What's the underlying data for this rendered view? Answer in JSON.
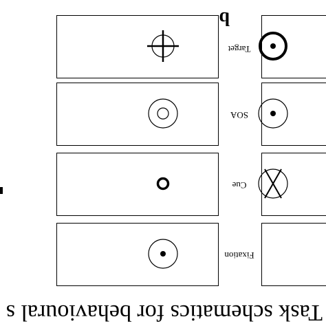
{
  "caption": "Task schematics for behavioural s",
  "panel_letter": "b",
  "stages": [
    {
      "label": "Fixation"
    },
    {
      "label": "Cue"
    },
    {
      "label": "SOA"
    },
    {
      "label": "Target"
    }
  ]
}
